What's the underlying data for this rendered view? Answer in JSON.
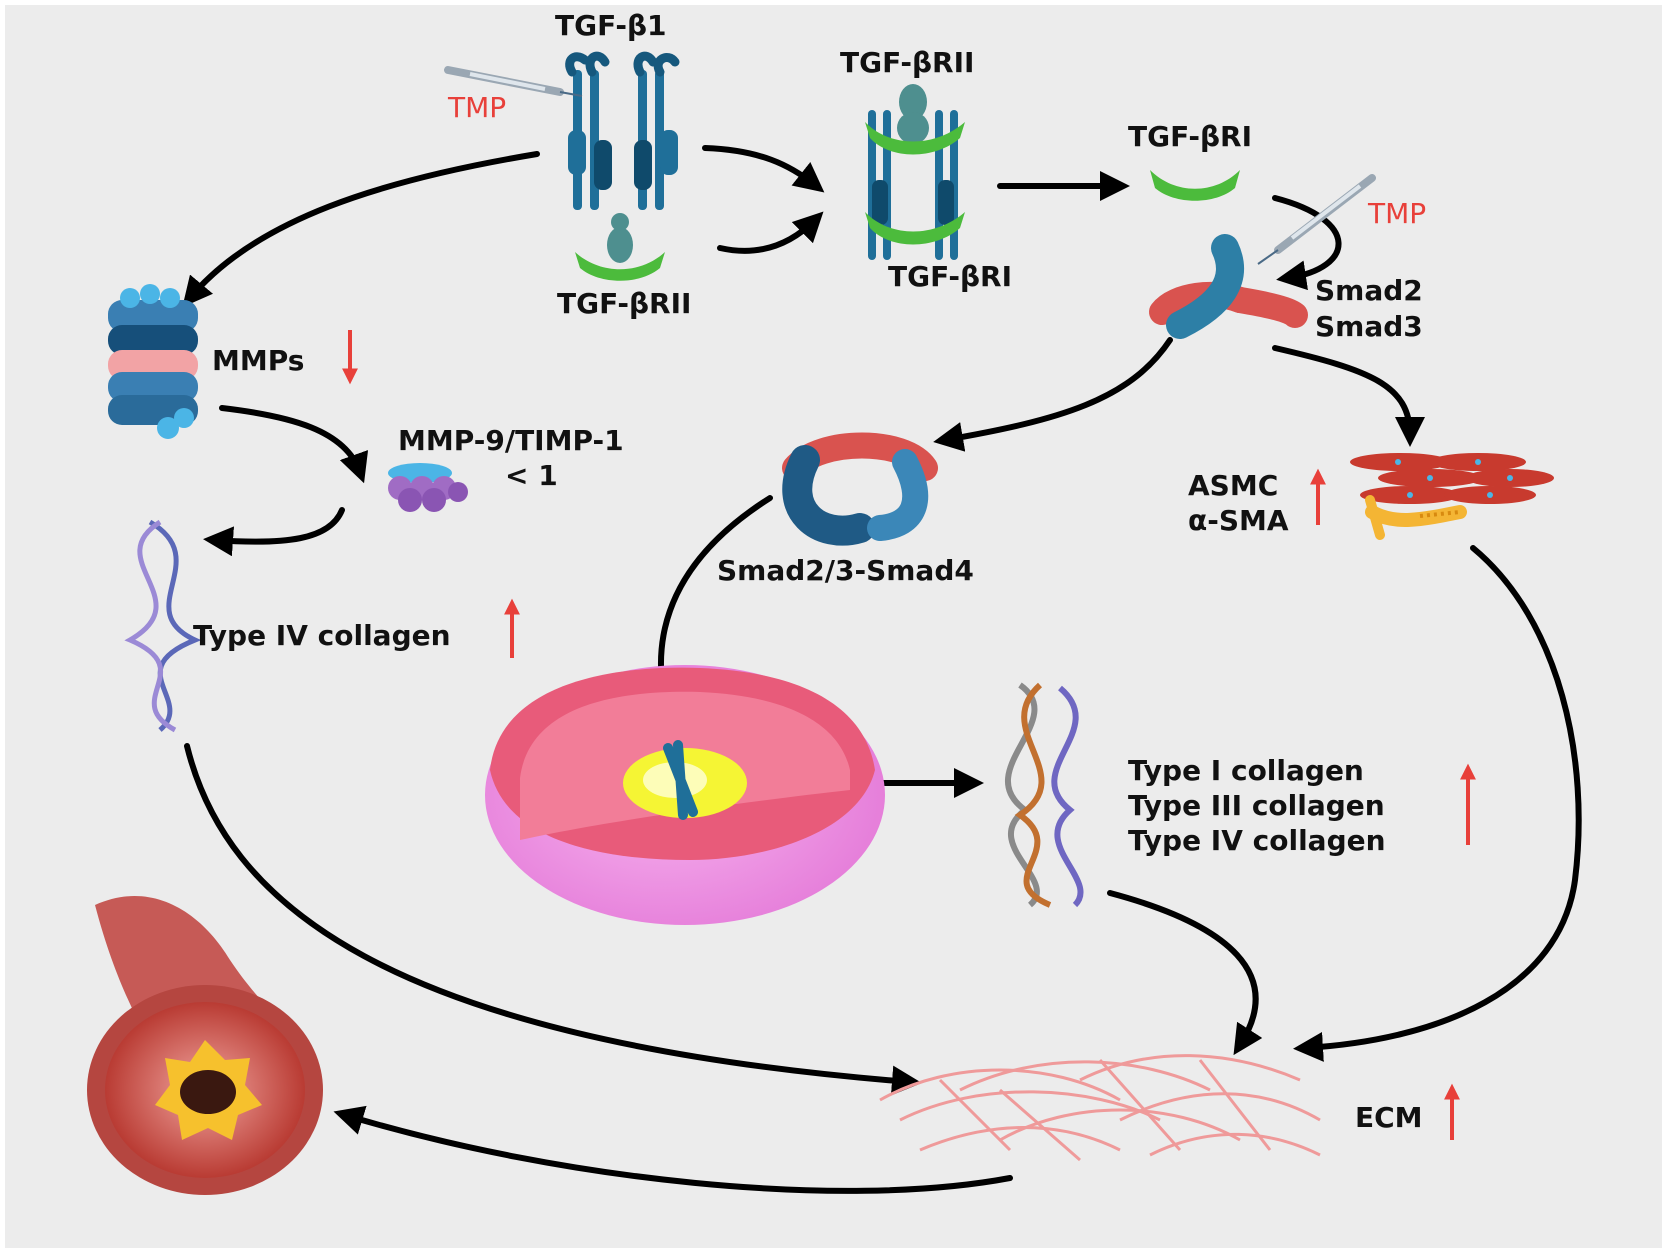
{
  "labels": {
    "tgfb1": "TGF-β1",
    "tmp_top": "TMP",
    "tgfbrii_bottom": "TGF-βRII",
    "tgfbrii_top": "TGF-βRII",
    "tgfbri_complex": "TGF-βRI",
    "tgfbri_single": "TGF-βRI",
    "tmp_right": "TMP",
    "smad2": "Smad2",
    "smad3": "Smad3",
    "mmps": "MMPs",
    "mmp9_timp1": "MMP-9/TIMP-1",
    "ratio": "< 1",
    "smad_complex": "Smad2/3-Smad4",
    "asmc": "ASMC",
    "asma": "α-SMA",
    "type4_left": "Type IV collagen",
    "type1": "Type I collagen",
    "type3": "Type III collagen",
    "type4_right": "Type IV collagen",
    "ecm": "ECM"
  },
  "colors": {
    "background": "#ececec",
    "arrow": "#000000",
    "indicator_red": "#e8403a",
    "receptor_blue": "#1f6f99",
    "receptor_green": "#4cbb3c",
    "smad_red": "#d9534f",
    "cell_pink": "#f29ae6",
    "nucleus_yellow": "#f5f534"
  }
}
